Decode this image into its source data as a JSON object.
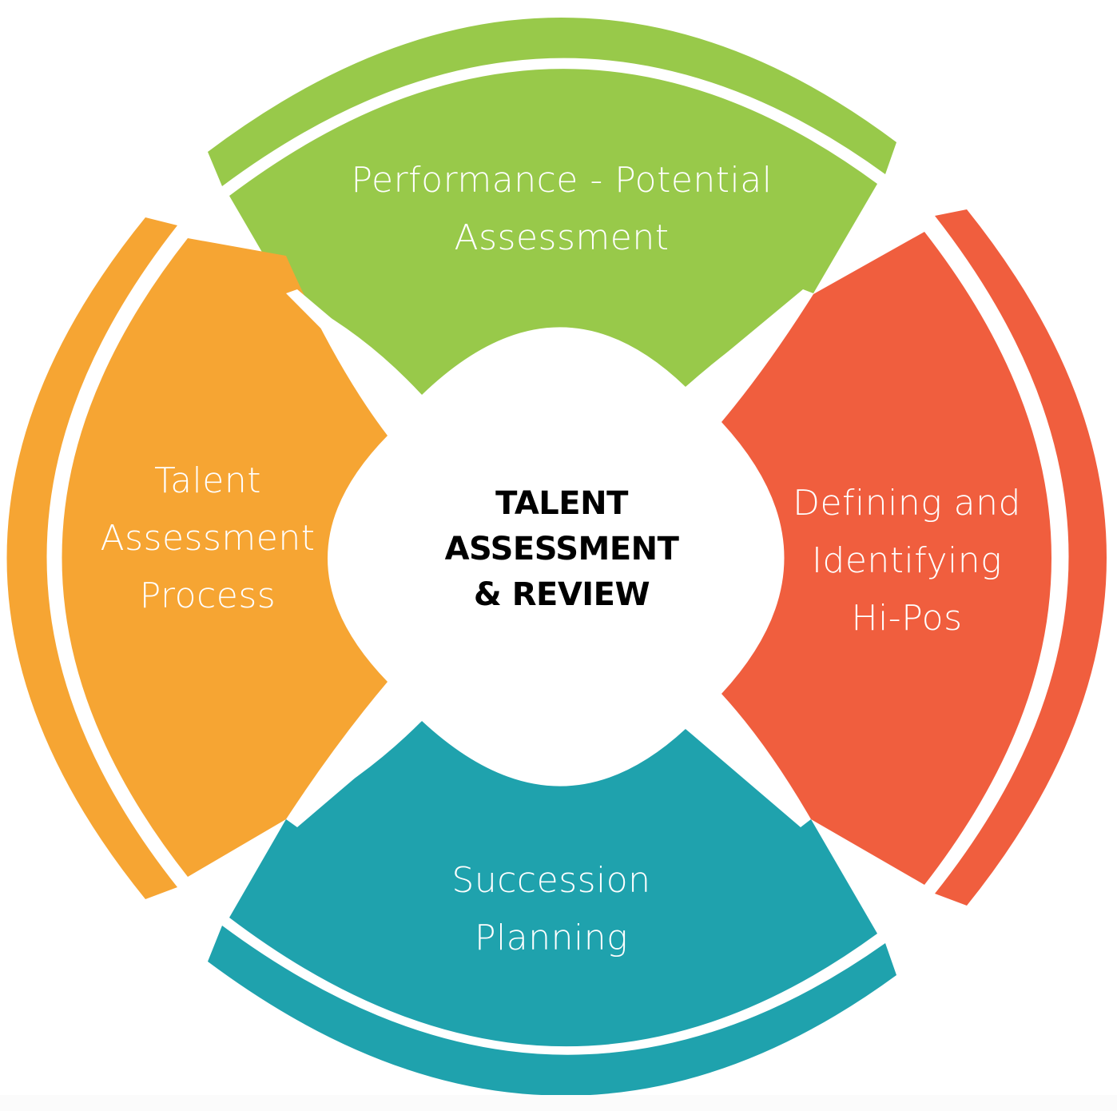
{
  "diagram": {
    "type": "cycle-wheel",
    "center": {
      "title_lines": [
        "TALENT",
        "ASSESSMENT",
        "& REVIEW"
      ]
    },
    "segments": [
      {
        "id": "top",
        "label_lines": [
          "Performance - Potential",
          "Assessment"
        ],
        "color": "#98C94A"
      },
      {
        "id": "right",
        "label_lines": [
          "Defining and",
          "Identifying",
          "Hi-Pos"
        ],
        "color": "#F05E3E"
      },
      {
        "id": "bottom",
        "label_lines": [
          "Succession",
          "Planning"
        ],
        "color": "#1FA2AD"
      },
      {
        "id": "left",
        "label_lines": [
          "Talent",
          "Assessment",
          "Process"
        ],
        "color": "#F6A533"
      }
    ]
  }
}
